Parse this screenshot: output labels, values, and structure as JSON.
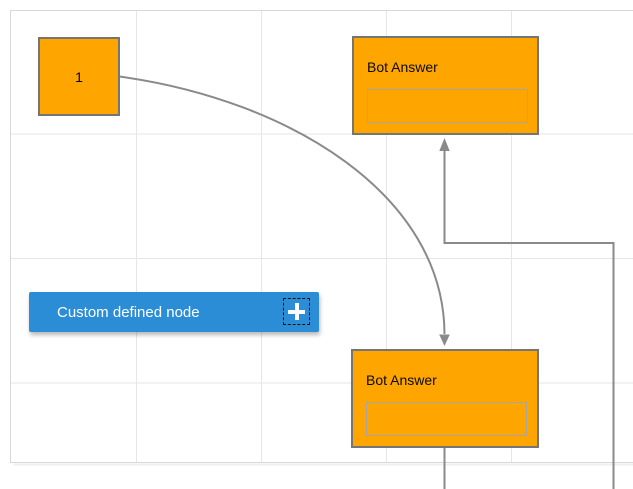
{
  "colors": {
    "node_fill": "#FFA500",
    "node_border": "#757575",
    "connector": "#8A8A8A",
    "custom_node_fill": "#2B8DD6",
    "custom_node_text": "#FFFFFF",
    "grid_line": "#E6E6E6",
    "canvas_border": "#D8D8D8",
    "label_text": "#000000"
  },
  "diagram": {
    "node_1": {
      "label": "1"
    },
    "bot_answer_top": {
      "title": "Bot Answer",
      "field_value": ""
    },
    "bot_answer_bottom": {
      "title": "Bot Answer",
      "field_value": ""
    },
    "custom_node": {
      "label": "Custom defined node",
      "icon": "plus-icon"
    }
  }
}
